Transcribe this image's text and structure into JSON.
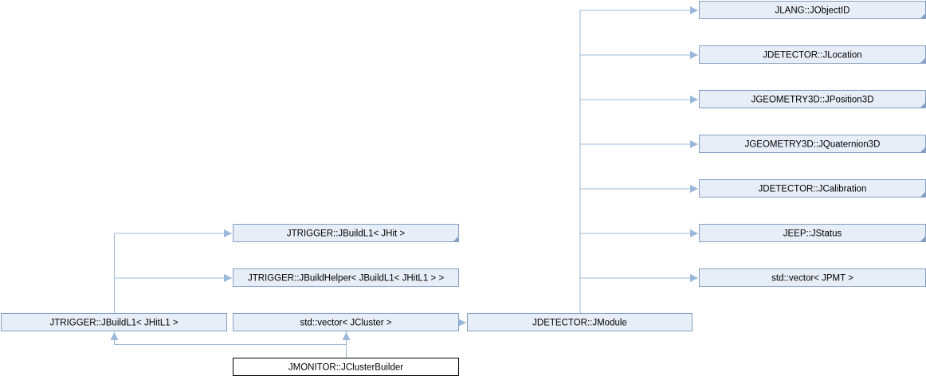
{
  "colors": {
    "node_fill": "#e8eef7",
    "node_border": "#84a0c4",
    "highlight_fill": "#ffffff",
    "highlight_border": "#000000",
    "edge": "#9ab8d9"
  },
  "nodes": [
    {
      "id": "jobjectid",
      "label": "JLANG::JObjectID",
      "highlight": false,
      "corner_mark": true
    },
    {
      "id": "jlocation",
      "label": "JDETECTOR::JLocation",
      "highlight": false,
      "corner_mark": true
    },
    {
      "id": "jposition3d",
      "label": "JGEOMETRY3D::JPosition3D",
      "highlight": false,
      "corner_mark": true
    },
    {
      "id": "jquaternion3d",
      "label": "JGEOMETRY3D::JQuaternion3D",
      "highlight": false,
      "corner_mark": true
    },
    {
      "id": "jcalibration",
      "label": "JDETECTOR::JCalibration",
      "highlight": false,
      "corner_mark": true
    },
    {
      "id": "jstatus",
      "label": "JEEP::JStatus",
      "highlight": false,
      "corner_mark": true
    },
    {
      "id": "vector_jpmt",
      "label": "std::vector< JPMT >",
      "highlight": false,
      "corner_mark": false
    },
    {
      "id": "jbuildl1_jhit",
      "label": "JTRIGGER::JBuildL1< JHit >",
      "highlight": false,
      "corner_mark": true
    },
    {
      "id": "jbuildhelper",
      "label": "JTRIGGER::JBuildHelper< JBuildL1< JHitL1 > >",
      "highlight": false,
      "corner_mark": false
    },
    {
      "id": "jbuildl1_jhitl1",
      "label": "JTRIGGER::JBuildL1< JHitL1 >",
      "highlight": false,
      "corner_mark": false
    },
    {
      "id": "vector_jcluster",
      "label": "std::vector< JCluster >",
      "highlight": false,
      "corner_mark": false
    },
    {
      "id": "jmodule",
      "label": "JDETECTOR::JModule",
      "highlight": false,
      "corner_mark": false
    },
    {
      "id": "jclusterbuilder",
      "label": "JMONITOR::JClusterBuilder",
      "highlight": true,
      "corner_mark": false
    }
  ],
  "edges": [
    {
      "from": "jbuildl1_jhitl1",
      "to": "jbuildl1_jhit"
    },
    {
      "from": "jbuildl1_jhitl1",
      "to": "jbuildhelper"
    },
    {
      "from": "jmodule",
      "to": "jobjectid"
    },
    {
      "from": "jmodule",
      "to": "jlocation"
    },
    {
      "from": "jmodule",
      "to": "jposition3d"
    },
    {
      "from": "jmodule",
      "to": "jquaternion3d"
    },
    {
      "from": "jmodule",
      "to": "jcalibration"
    },
    {
      "from": "jmodule",
      "to": "jstatus"
    },
    {
      "from": "jmodule",
      "to": "vector_jpmt"
    },
    {
      "from": "jclusterbuilder",
      "to": "jbuildl1_jhitl1"
    },
    {
      "from": "jclusterbuilder",
      "to": "vector_jcluster"
    },
    {
      "from": "jclusterbuilder",
      "to": "jmodule"
    }
  ]
}
